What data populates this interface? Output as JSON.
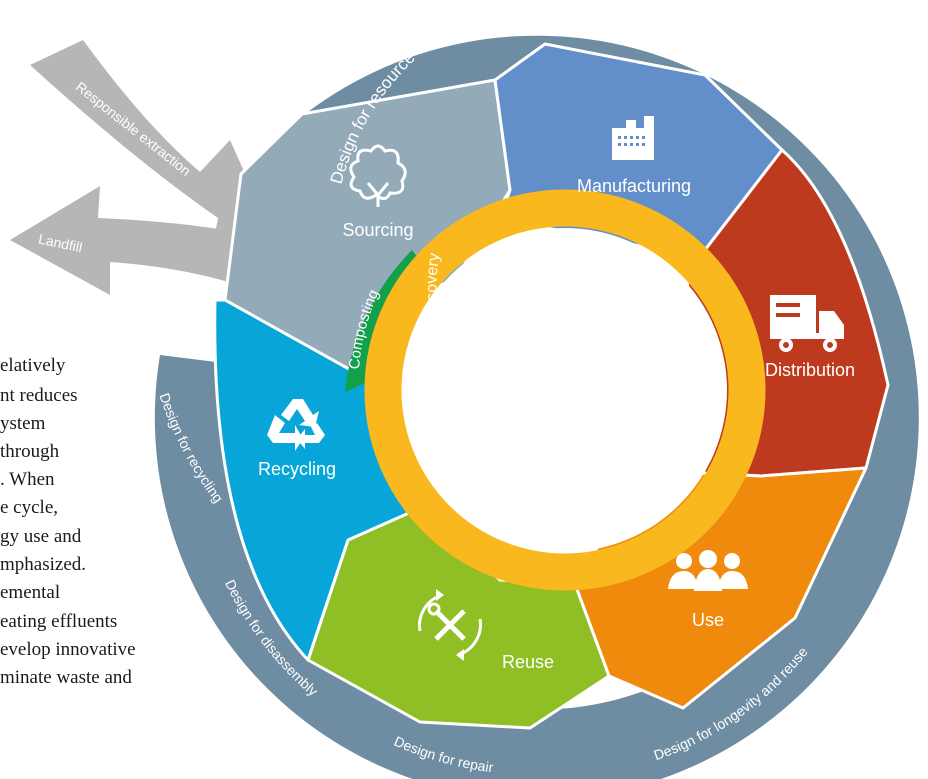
{
  "background_text_fragments": [
    "elatively",
    "nt reduces",
    "ystem",
    "through",
    ". When",
    "e cycle,",
    "gy use and",
    "mphasized.",
    "emental",
    "eating effluents",
    "evelop innovative",
    "minate waste and"
  ],
  "segments": [
    {
      "label": "Sourcing",
      "color": "#93aab9",
      "icon": "cotton-icon"
    },
    {
      "label": "Manufacturing",
      "color": "#628fc9",
      "icon": "factory-icon"
    },
    {
      "label": "Distribution",
      "color": "#be3a1f",
      "icon": "truck-icon"
    },
    {
      "label": "Use",
      "color": "#ef8a0c",
      "icon": "people-icon"
    },
    {
      "label": "Reuse",
      "color": "#8fbe25",
      "icon": "tools-icon"
    },
    {
      "label": "Recycling",
      "color": "#08a6d8",
      "icon": "recycle-icon"
    }
  ],
  "outer_ring": {
    "color": "#6f8da2",
    "labels": {
      "top": "Design for resource efficiency and to minimize pollution",
      "recycling": "Design for recycling",
      "disassembly": "Design for disassembly",
      "repair": "Design for repair",
      "longevity": "Design for longevity and reuse"
    }
  },
  "inner_ring": {
    "wastewater": {
      "label": "Wastewater and energy recovery",
      "color": "#f9b81e"
    },
    "composting": {
      "label": "Composting",
      "color": "#13a04a"
    }
  },
  "arrows": {
    "extraction": {
      "label": "Responsible extraction",
      "color": "#b6b6b6"
    },
    "landfill": {
      "label": "Landfill",
      "color": "#b6b6b6"
    }
  }
}
